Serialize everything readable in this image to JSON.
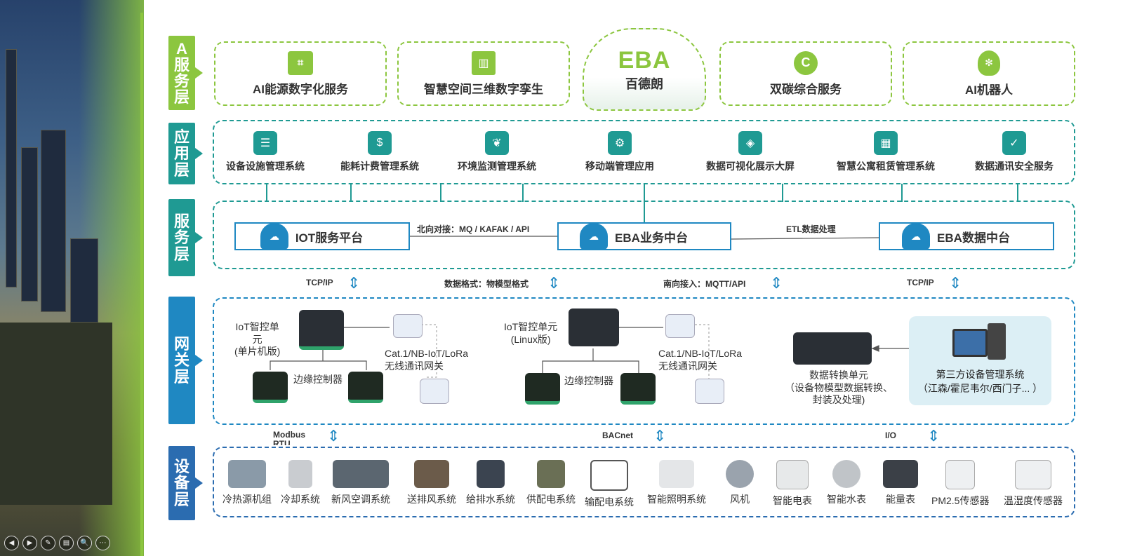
{
  "layers": {
    "service_top": [
      "A",
      "服",
      "务",
      "层"
    ],
    "application": [
      "应",
      "用",
      "层"
    ],
    "service": [
      "服",
      "务",
      "层"
    ],
    "gateway": [
      "网",
      "关",
      "层"
    ],
    "device": [
      "设",
      "备",
      "层"
    ]
  },
  "service_cards": [
    {
      "label": "AI能源数字化服务",
      "icon": "monitor-network-icon"
    },
    {
      "label": "智慧空间三维数字孪生",
      "icon": "building-icon"
    },
    {
      "label": "双碳综合服务",
      "icon": "carbon-c-icon"
    },
    {
      "label": "AI机器人",
      "icon": "robot-head-icon"
    }
  ],
  "center_logo": {
    "brand": "EBA",
    "name": "百德朗"
  },
  "apps": [
    {
      "label": "设备设施管理系统",
      "icon": "server-icon"
    },
    {
      "label": "能耗计费管理系统",
      "icon": "house-dollar-icon"
    },
    {
      "label": "环境监测管理系统",
      "icon": "leaf-icon"
    },
    {
      "label": "移动端管理应用",
      "icon": "mobile-gear-icon"
    },
    {
      "label": "数据可视化展示大屏",
      "icon": "dashboard-screen-icon"
    },
    {
      "label": "智慧公寓租赁管理系统",
      "icon": "apartment-icon"
    },
    {
      "label": "数据通讯安全服务",
      "icon": "shield-check-icon"
    }
  ],
  "platforms": [
    {
      "label": "IOT服务平台"
    },
    {
      "label": "EBA业务中台"
    },
    {
      "label": "EBA数据中台"
    }
  ],
  "links": {
    "north": "北向对接：MQ / KAFAK / API",
    "etl": "ETL数据处理"
  },
  "protocols_upper": [
    "TCP/IP",
    "数据格式：物模型格式",
    "南向接入：MQTT/API",
    "TCP/IP"
  ],
  "gateway": {
    "unit1": [
      "IoT智控单",
      "元",
      "(单片机版)"
    ],
    "unit2": [
      "IoT智控单元",
      "(Linux版)"
    ],
    "edge": "边缘控制器",
    "wireless": [
      "Cat.1/NB-IoT/LoRa",
      "无线通讯网关"
    ],
    "converter": [
      "数据转换单元",
      "（设备物模型数据转换、",
      "封装及处理)"
    ],
    "third_party_title": "第三方设备管理系统",
    "third_party_vendors": "（江森/霍尼韦尔/西门子... ）"
  },
  "protocols_lower": [
    "Modbus",
    "RTU",
    "BACnet",
    "I/O"
  ],
  "equipment": [
    "冷热源机组",
    "冷却系统",
    "新风空调系统",
    "送排风系统",
    "给排水系统",
    "供配电系统",
    "输配电系统",
    "智能照明系统",
    "风机",
    "智能电表",
    "智能水表",
    "能量表",
    "PM2.5传感器",
    "温湿度传感器"
  ],
  "slide_controls": [
    "◀",
    "▶",
    "✎",
    "▤",
    "🔍",
    "⋯"
  ],
  "colors": {
    "green": "#8cc63f",
    "teal": "#1f9a93",
    "blue": "#1f88c2",
    "navy": "#2b6cb0"
  }
}
